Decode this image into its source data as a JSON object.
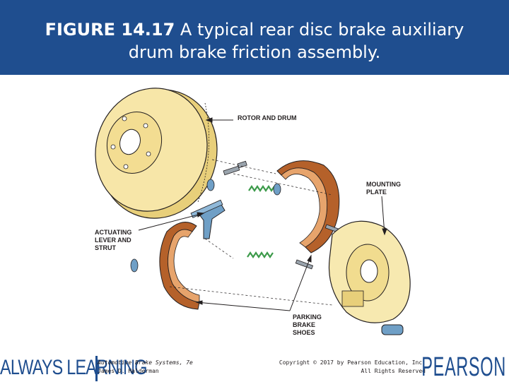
{
  "header": {
    "figure_number": "FIGURE 14.17",
    "caption_line1": " A typical rear disc brake auxiliary",
    "caption_line2": "drum brake friction assembly."
  },
  "diagram": {
    "labels": {
      "rotor_and_drum": "ROTOR AND DRUM",
      "mounting_plate_1": "MOUNTING",
      "mounting_plate_2": "PLATE",
      "actuating_1": "ACTUATING",
      "actuating_2": "LEVER AND",
      "actuating_3": "STRUT",
      "parking_1": "PARKING",
      "parking_2": "BRAKE",
      "parking_3": "SHOES"
    },
    "colors": {
      "rotor": "#f7e6a8",
      "rotor_edge": "#e8cf7a",
      "lining": "#b5612a",
      "lining_dark": "#8a4317",
      "spring": "#3c9a4a",
      "bracket": "#6f9fc6",
      "plate": "#f7e9b0",
      "line": "#231f20"
    }
  },
  "footer": {
    "always_learning": "ALWAYS LEARNING",
    "book_title": "Automotive Brake Systems, 7e",
    "author": "James D. Halderman",
    "copyright_1": "Copyright © 2017 by Pearson Education, Inc.",
    "copyright_2": "All Rights Reserved",
    "brand": "PEARSON"
  }
}
